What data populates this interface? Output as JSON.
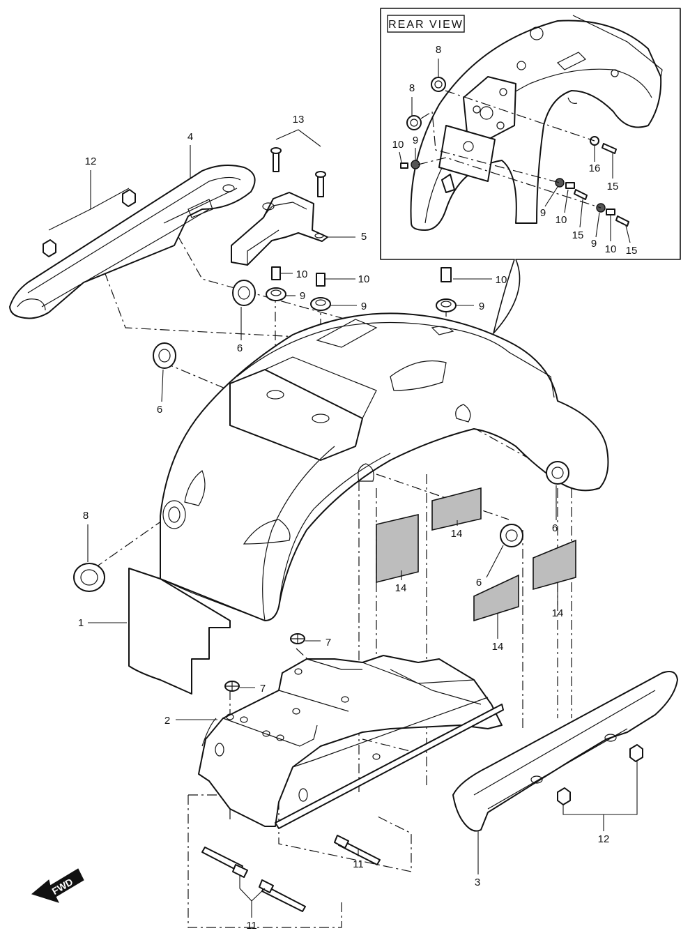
{
  "inset": {
    "title": "REAR VIEW"
  },
  "fwd_label": "FWD",
  "callouts": {
    "c1": "1",
    "c2": "2",
    "c3": "3",
    "c4": "4",
    "c5": "5",
    "c6a": "6",
    "c6b": "6",
    "c6c": "6",
    "c6d": "6",
    "c7a": "7",
    "c7b": "7",
    "c8a": "8",
    "c8b": "8",
    "c8c": "8",
    "c9a": "9",
    "c9b": "9",
    "c9c": "9",
    "c9d": "9",
    "c9e": "9",
    "c9f": "9",
    "c10a": "10",
    "c10b": "10",
    "c10c": "10",
    "c10d": "10",
    "c10e": "10",
    "c10f": "10",
    "c11a": "11",
    "c11b": "11",
    "c12a": "12",
    "c12b": "12",
    "c13": "13",
    "c14a": "14",
    "c14b": "14",
    "c14c": "14",
    "c14d": "14",
    "c15a": "15",
    "c15b": "15",
    "c15c": "15",
    "c16": "16"
  }
}
